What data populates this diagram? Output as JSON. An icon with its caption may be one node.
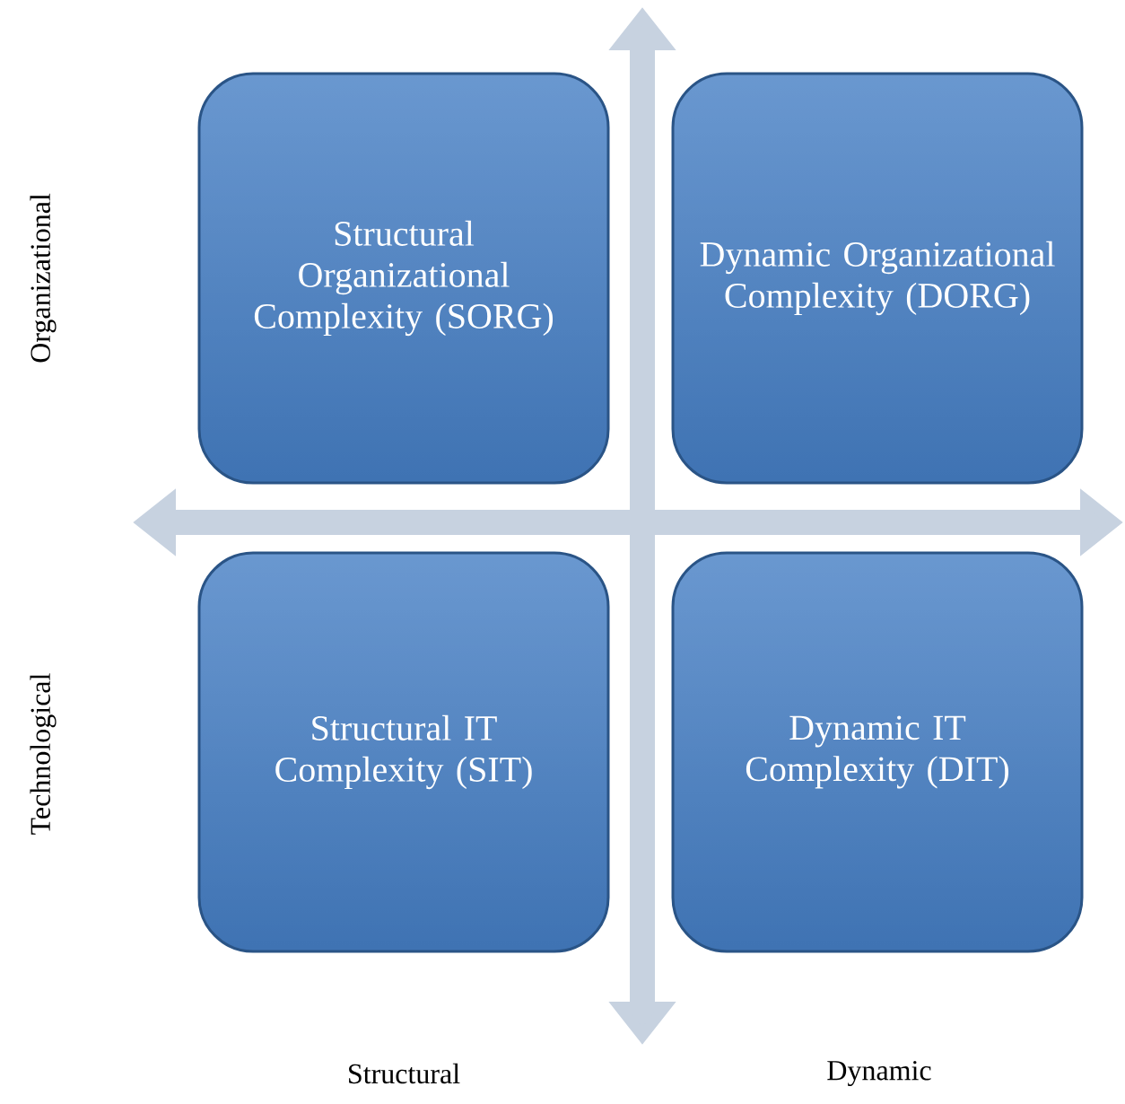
{
  "diagram": {
    "nodes": [
      {
        "text": [
          "Structural Organizational Complexity (SORG)"
        ]
      },
      {
        "text": [
          "Dynamic Organizational Complexity (DORG)"
        ]
      },
      {
        "text": [
          "Structural IT Complexity (SIT)"
        ]
      },
      {
        "text": [
          "Dynamic IT Complexity (DIT)"
        ]
      }
    ],
    "labels": [
      "Organizational",
      "Technological",
      "Structural",
      "Dynamic"
    ]
  }
}
